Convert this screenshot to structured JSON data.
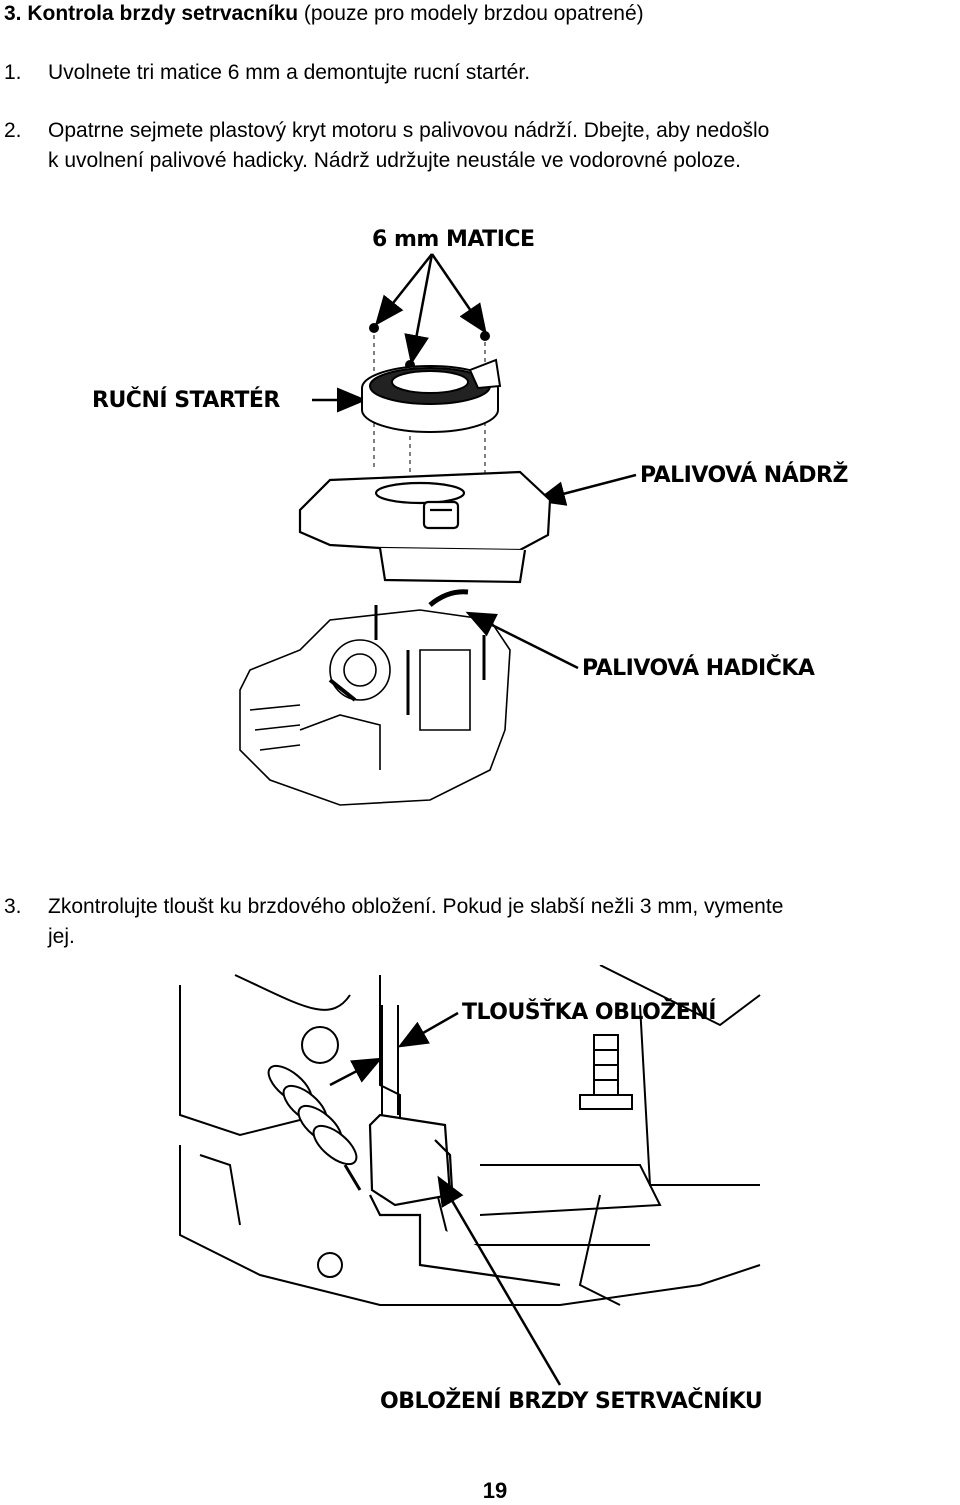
{
  "heading": {
    "bold": "3. Kontrola brzdy setrvacníku",
    "rest": " (pouze pro modely brzdou opatrené)"
  },
  "steps": [
    {
      "num": "1.",
      "text": "Uvolnete tri matice 6 mm a demontujte rucní startér."
    },
    {
      "num": "2.",
      "text": "Opatrne sejmete plastový kryt motoru s palivovou nádrží. Dbejte, aby nedošlo",
      "cont": "k uvolnení palivové hadicky. Nádrž udržujte neustále ve vodorovné poloze."
    },
    {
      "num": "3.",
      "text": "Zkontrolujte tloušt ku brzdového obložení. Pokud je slabší nežli 3 mm, vymente",
      "cont": "jej."
    }
  ],
  "figure1": {
    "labels": {
      "nuts": "6 mm MATICE",
      "starter": "RUČNÍ STARTÉR",
      "tank": "PALIVOVÁ NÁDRŽ",
      "hose": "PALIVOVÁ HADIČKA"
    }
  },
  "figure2": {
    "labels": {
      "thickness": "TLOUŠŤKA OBLOŽENÍ",
      "lining": "OBLOŽENÍ BRZDY SETRVAČNÍKU"
    }
  },
  "page_number": "19"
}
